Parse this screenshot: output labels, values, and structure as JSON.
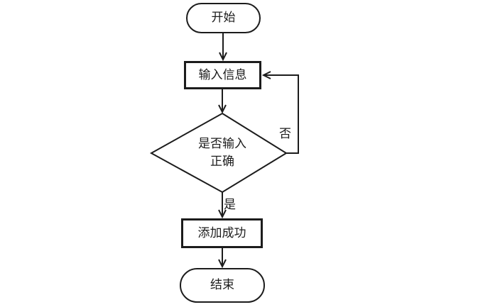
{
  "flowchart": {
    "start_label": "开始",
    "input_label": "输入信息",
    "decision_line1": "是否输入",
    "decision_line2": "正确",
    "success_label": "添加成功",
    "end_label": "结束",
    "edge_no_label": "否",
    "edge_yes_label": "是"
  },
  "colors": {
    "line": "#1c1c1c",
    "background": "#ffffff"
  }
}
